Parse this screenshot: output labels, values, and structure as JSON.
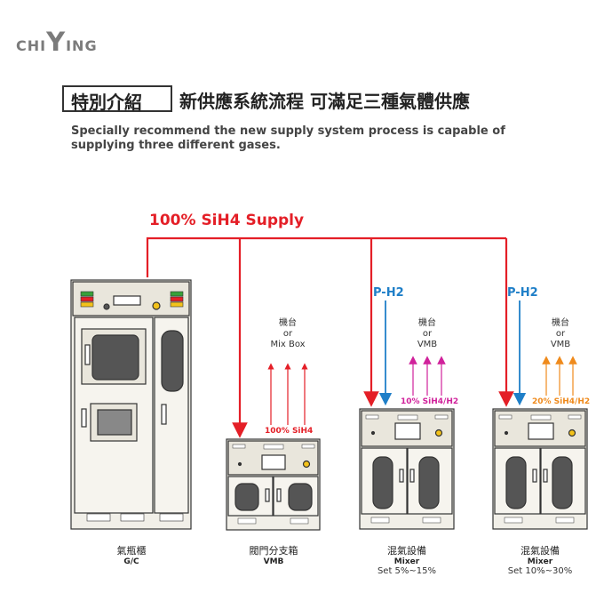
{
  "logo": {
    "part1": "CHI",
    "part2": "Y",
    "part3": "ING"
  },
  "header": {
    "tag": "特別介紹",
    "title": "新供應系統流程 可滿足三種氣體供應",
    "subtitle_en": "Specially recommend the new supply system process is capable of supplying three different gases."
  },
  "supply_label": "100% SiH4 Supply",
  "ph2_label": "P-H2",
  "destinations": [
    {
      "line1": "機台",
      "line2": "or",
      "line3": "Mix Box"
    },
    {
      "line1": "機台",
      "line2": "or",
      "line3": "VMB"
    },
    {
      "line1": "機台",
      "line2": "or",
      "line3": "VMB"
    }
  ],
  "outputs": [
    "100% SiH4",
    "10% SiH4/H2",
    "20% SiH4/H2"
  ],
  "colors": {
    "supply": "#e41f27",
    "ph2": "#1f7fc8",
    "mix10": "#d0219b",
    "mix20": "#ef8a1c"
  },
  "cabinets": [
    {
      "zh": "氣瓶櫃",
      "en": "G/C",
      "set": ""
    },
    {
      "zh": "閥門分支箱",
      "en": "VMB",
      "set": ""
    },
    {
      "zh": "混氣設備",
      "en": "Mixer",
      "set": "Set 5%~15%"
    },
    {
      "zh": "混氣設備",
      "en": "Mixer",
      "set": "Set 10%~30%"
    }
  ]
}
